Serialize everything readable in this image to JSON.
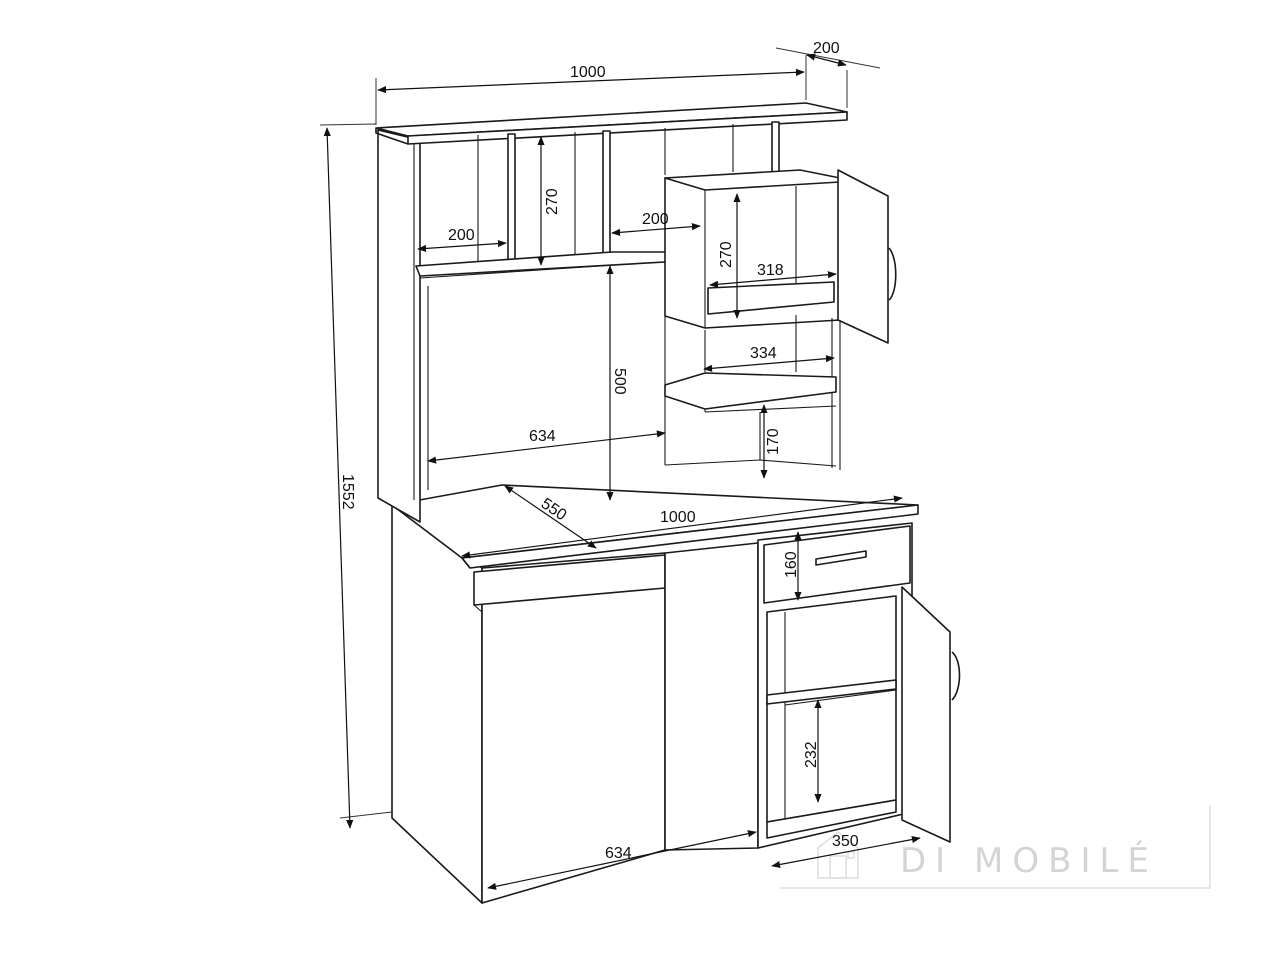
{
  "dimensions": {
    "total_width_top": "1000",
    "shelf_depth_top": "200",
    "total_height": "1552",
    "niche_height_upper": "270",
    "niche_width_left": "200",
    "niche_width_middle": "200",
    "cabinet_height_upper": "270",
    "cabinet_inner_width": "318",
    "shelf_width_lower": "334",
    "monitor_niche_height": "500",
    "monitor_niche_width": "634",
    "small_niche_height": "170",
    "desk_depth": "550",
    "desk_width": "1000",
    "drawer_height": "160",
    "bottom_shelf_height": "232",
    "legroom_width": "634",
    "cabinet_width_lower": "350"
  },
  "watermark": {
    "text": "DI MOBILÉ",
    "logo_icon": "house-icon",
    "color": "#d4d4d4"
  }
}
